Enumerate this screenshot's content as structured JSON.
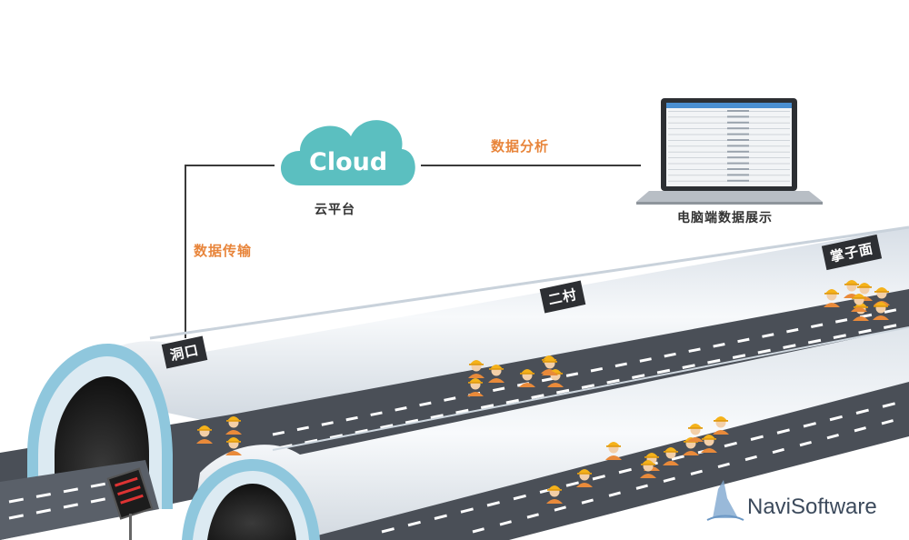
{
  "cloud": {
    "text": "Cloud",
    "label": "云平台"
  },
  "labels": {
    "data_transfer": "数据传输",
    "data_analysis": "数据分析",
    "pc_display": "电脑端数据展示"
  },
  "tunnel_signs": {
    "entrance": "洞口",
    "middle": "二村",
    "face": "掌子面"
  },
  "brand": "NaviSoftware",
  "colors": {
    "cloud": "#5bbfc0",
    "accent_orange": "#e8853b",
    "road": "#4a4f57",
    "tunnel_wall": "#e9eef3",
    "portal": "#8fc7dd"
  }
}
